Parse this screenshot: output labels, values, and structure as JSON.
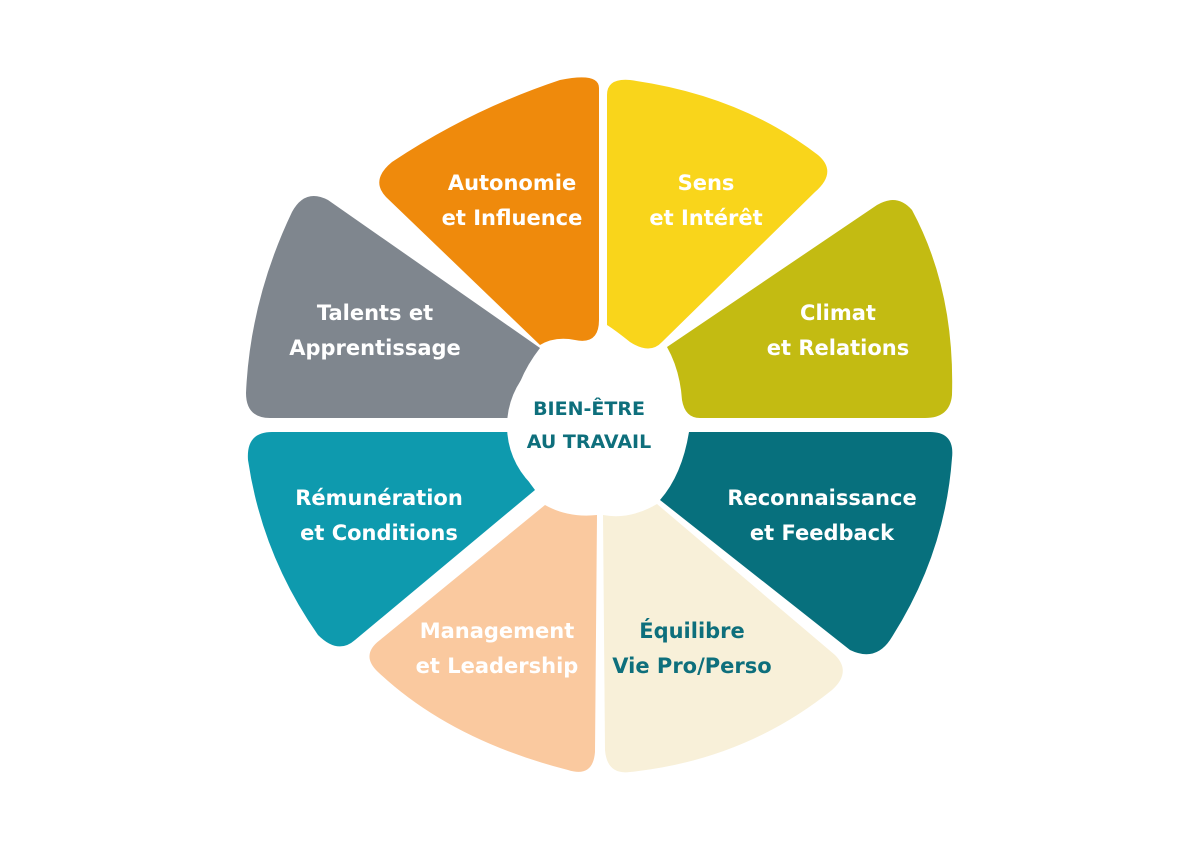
{
  "center": {
    "line1": "BIEN-ÊTRE",
    "line2": "AU TRAVAIL",
    "color": "#0e6f7c"
  },
  "segments": [
    {
      "id": "autonomie",
      "line1": "Autonomie",
      "line2": "et Influence",
      "fill": "#ef8a0c",
      "text_color": "#ffffff"
    },
    {
      "id": "sens",
      "line1": "Sens",
      "line2": "et Intérêt",
      "fill": "#f9d51b",
      "text_color": "#ffffff"
    },
    {
      "id": "climat",
      "line1": "Climat",
      "line2": "et Relations",
      "fill": "#c3bb12",
      "text_color": "#ffffff"
    },
    {
      "id": "reconnaissance",
      "line1": "Reconnaissance",
      "line2": "et Feedback",
      "fill": "#07707d",
      "text_color": "#ffffff"
    },
    {
      "id": "equilibre",
      "line1": "Équilibre",
      "line2": "Vie Pro/Perso",
      "fill": "#f8f0d9",
      "text_color": "#0e6f7c"
    },
    {
      "id": "management",
      "line1": "Management",
      "line2": "et Leadership",
      "fill": "#fac99f",
      "text_color": "#ffffff"
    },
    {
      "id": "remuneration",
      "line1": "Rémunération",
      "line2": "et Conditions",
      "fill": "#0e9aae",
      "text_color": "#ffffff"
    },
    {
      "id": "talents",
      "line1": "Talents et",
      "line2": "Apprentissage",
      "fill": "#7f868e",
      "text_color": "#ffffff"
    }
  ]
}
